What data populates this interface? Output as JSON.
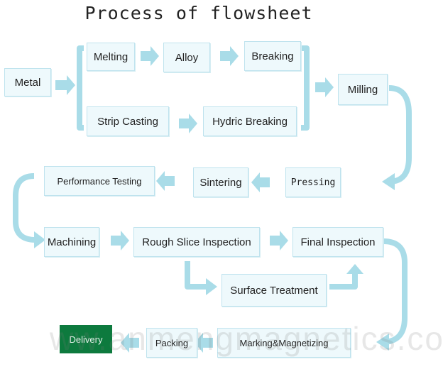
{
  "title": "Process of flowsheet",
  "steps": {
    "metal": "Metal",
    "melting": "Melting",
    "alloy": "Alloy",
    "breaking": "Breaking",
    "strip_casting": "Strip Casting",
    "hydric_breaking": "Hydric Breaking",
    "milling": "Milling",
    "pressing": "Pressing",
    "sintering": "Sintering",
    "performance_testing": "Performance Testing",
    "machining": "Machining",
    "rough_slice_inspection": "Rough Slice Inspection",
    "final_inspection": "Final Inspection",
    "surface_treatment": "Surface Treatment",
    "marking_magnetizing": "Marking&Magnetizing",
    "packing": "Packing",
    "delivery": "Delivery"
  },
  "watermark": "ww.anmengmagnetics.com",
  "colors": {
    "arrow": "#a9dce8",
    "box_fill": "#eef9fc",
    "box_border": "#bfe3ee",
    "delivery_fill": "#0d7a3e"
  }
}
